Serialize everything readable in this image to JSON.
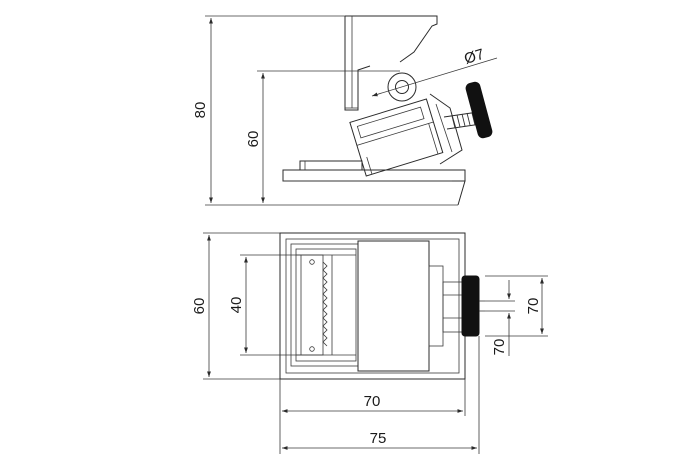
{
  "dimensions": {
    "side_overall_height": "80",
    "side_pivot_height": "60",
    "hole_diameter": "Ø7",
    "plan_depth": "60",
    "plan_jaw_width": "40",
    "plan_inner_width": "70",
    "plan_overall_width": "75",
    "screw_upper": "70",
    "screw_lower": "70"
  },
  "colors": {
    "line": "#2b2b2b",
    "knob": "#111111",
    "background": "#ffffff"
  }
}
